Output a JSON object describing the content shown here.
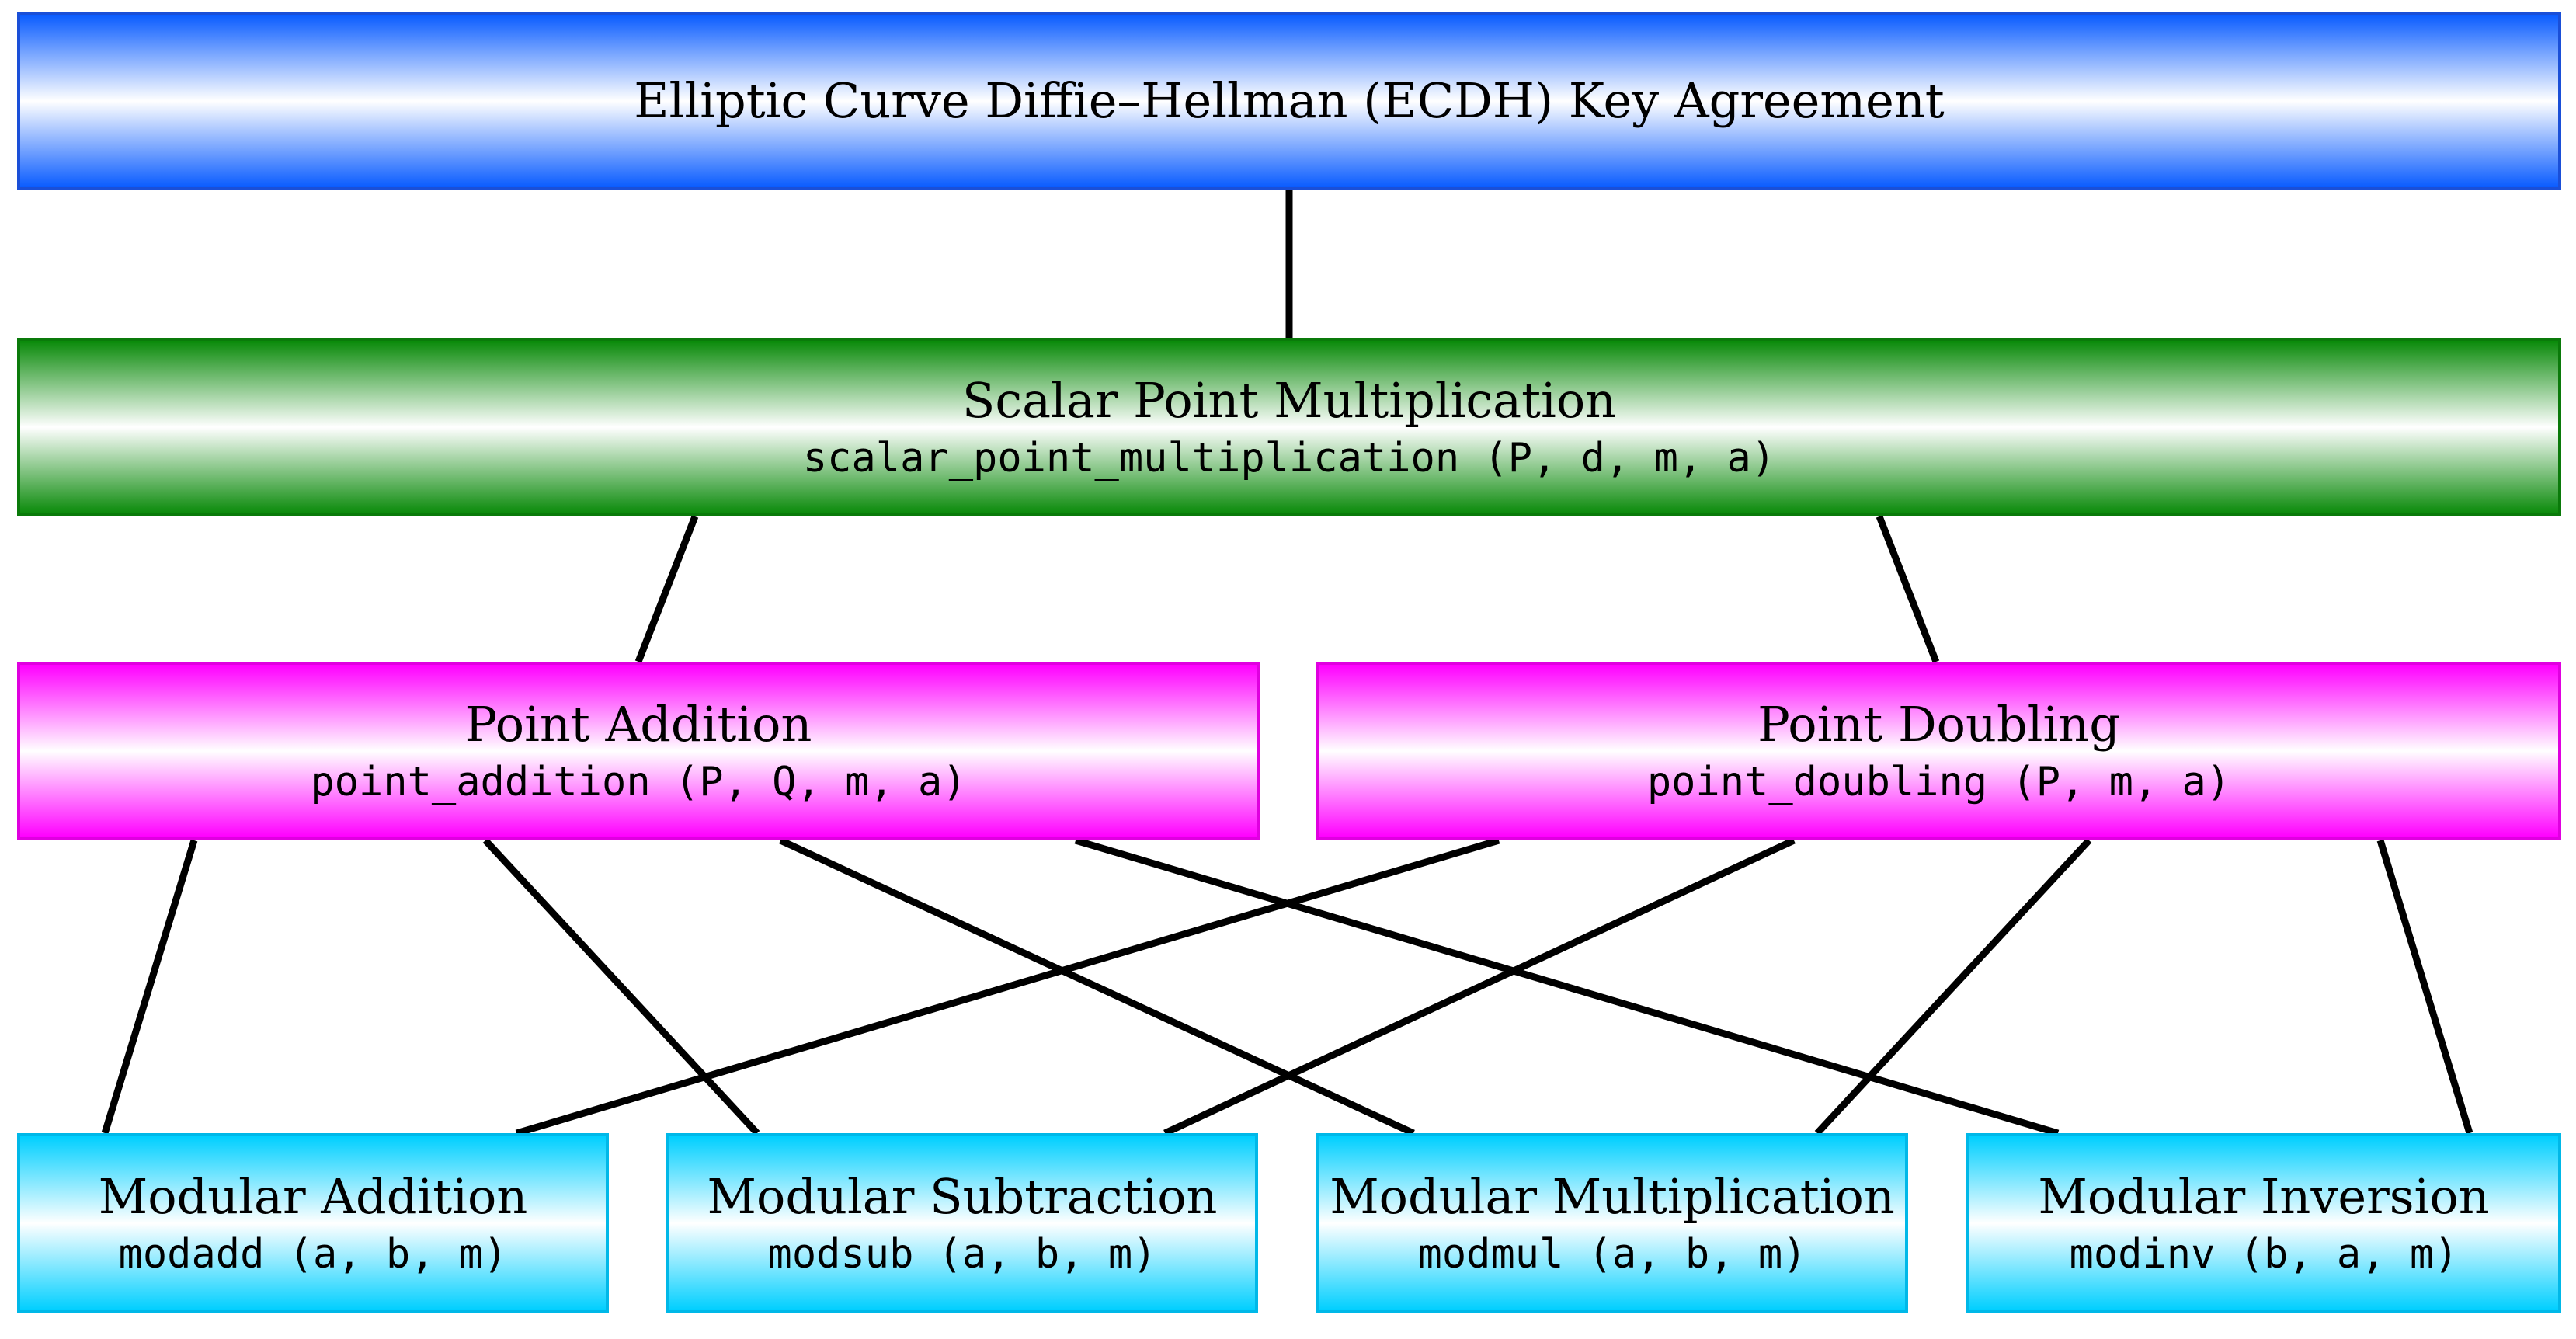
{
  "nodes": {
    "ecdh": {
      "title": "Elliptic Curve Diffie–Hellman (ECDH) Key Agreement"
    },
    "spm": {
      "title": "Scalar Point Multiplication",
      "code": "scalar_point_multiplication (P, d, m, a)"
    },
    "padd": {
      "title": "Point Addition",
      "code": "point_addition (P, Q, m, a)"
    },
    "pdbl": {
      "title": "Point Doubling",
      "code": "point_doubling (P, m, a)"
    },
    "madd": {
      "title": "Modular Addition",
      "code": "modadd (a, b, m)"
    },
    "msub": {
      "title": "Modular Subtraction",
      "code": "modsub (a, b, m)"
    },
    "mmul": {
      "title": "Modular Multiplication",
      "code": "modmul (a, b, m)"
    },
    "minv": {
      "title": "Modular Inversion",
      "code": "modinv (b, a, m)"
    }
  },
  "edges": [
    [
      "ecdh",
      "spm"
    ],
    [
      "spm",
      "padd"
    ],
    [
      "spm",
      "pdbl"
    ],
    [
      "padd",
      "madd"
    ],
    [
      "padd",
      "msub"
    ],
    [
      "padd",
      "mmul"
    ],
    [
      "padd",
      "minv"
    ],
    [
      "pdbl",
      "madd"
    ],
    [
      "pdbl",
      "msub"
    ],
    [
      "pdbl",
      "mmul"
    ],
    [
      "pdbl",
      "minv"
    ]
  ],
  "colors": {
    "ecdh": "#0a5cff",
    "spm": "#0a8a0a",
    "point": "#ff00ff",
    "modular": "#00cfff",
    "edge": "#000000"
  }
}
